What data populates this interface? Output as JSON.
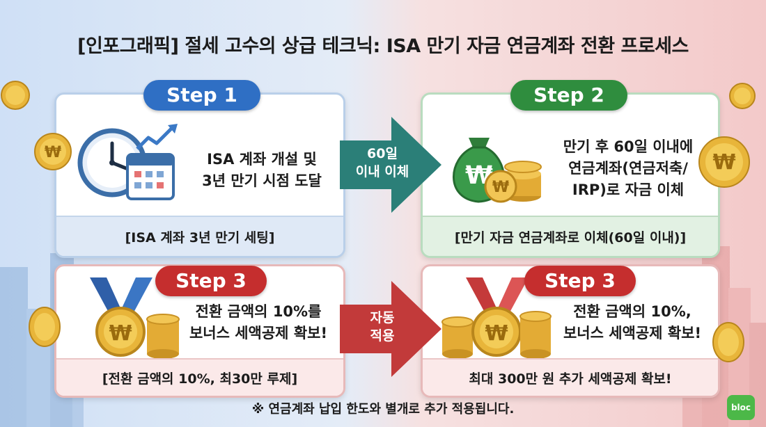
{
  "title": "[인포그래픽] 절세 고수의 상급 테크닉: ISA 만기 자금 연금계좌 전환 프로세스",
  "colors": {
    "blue": "#2f6fc4",
    "green": "#2f8d3e",
    "red": "#c52e2e",
    "arrow_teal": "#2b7f78",
    "arrow_red": "#c23a3a"
  },
  "steps": [
    {
      "label": "Step 1",
      "line1": "ISA 계좌 개설 및",
      "line2": "3년 만기 시점 도달",
      "footer": "[ISA 계좌 3년 만기 세팅]",
      "icon": "clock-calendar-icon"
    },
    {
      "label": "Step 2",
      "line1": "만기 후 60일 이내에",
      "line2": "연금계좌(연금저축/",
      "line3": "IRP)로 자금 이체",
      "footer": "[만기 자금 연금계좌로 이체(60일 이내)]",
      "icon": "money-bag-icon"
    },
    {
      "label": "Step 3",
      "line1": "전환 금액의 10%를",
      "line2": "보너스 세액공제 확보!",
      "footer": "[전환 금액의 10%, 최30만 루제]",
      "icon": "medal-icon"
    },
    {
      "label": "Step 3",
      "line1": "전환 금액의 10%,",
      "line2": "보너스 세액공제 확보!",
      "footer": "최대 300만 원 추가 세액공제 확보!",
      "icon": "medal-icon"
    }
  ],
  "arrows": [
    {
      "line1": "60일",
      "line2": "이내 이체"
    },
    {
      "line1": "자동",
      "line2": "적용"
    }
  ],
  "note": "※ 연금계좌 납입 한도와 별개로 추가 적용됩니다.",
  "logo": "bloc"
}
